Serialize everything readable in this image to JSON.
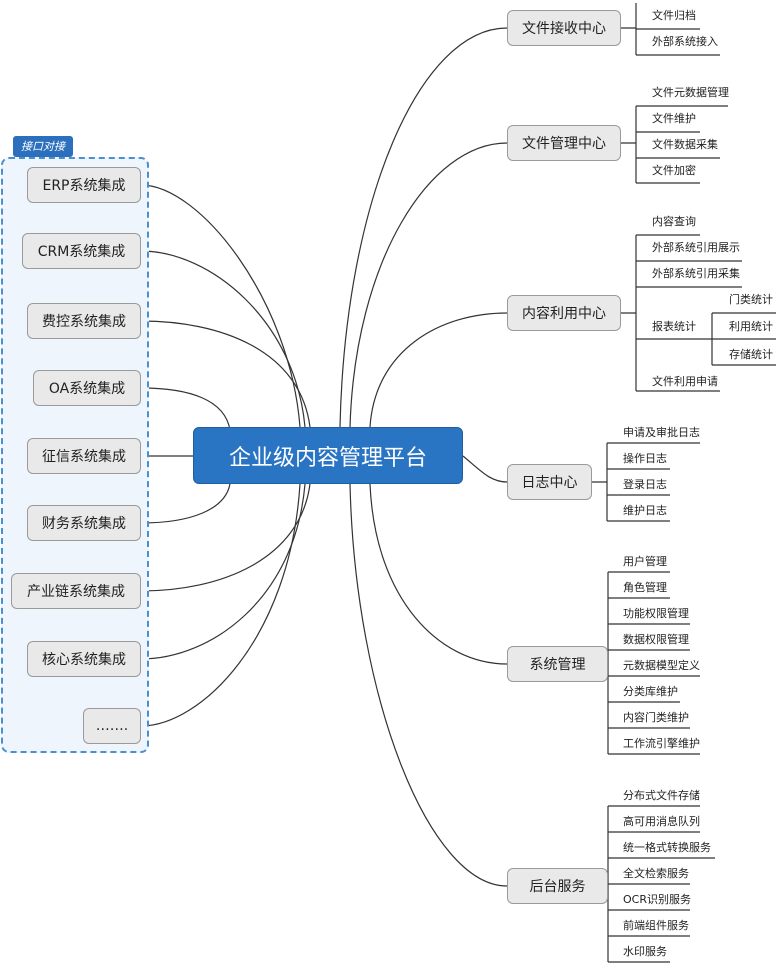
{
  "center": "企业级内容管理平台",
  "interface_group": {
    "tag": "接口对接",
    "items": [
      "ERP系统集成",
      "CRM系统集成",
      "费控系统集成",
      "OA系统集成",
      "征信系统集成",
      "财务系统集成",
      "产业链系统集成",
      "核心系统集成",
      "……."
    ]
  },
  "branches": [
    {
      "label": "文件接收中心",
      "children": [
        "文件归档",
        "外部系统接入"
      ]
    },
    {
      "label": "文件管理中心",
      "children": [
        "文件元数据管理",
        "文件维护",
        "文件数据采集",
        "文件加密"
      ]
    },
    {
      "label": "内容利用中心",
      "children": [
        "内容查询",
        "外部系统引用展示",
        "外部系统引用采集",
        "报表统计",
        "文件利用申请"
      ],
      "sub": {
        "label": "报表统计",
        "children": [
          "门类统计",
          "利用统计",
          "存储统计"
        ]
      }
    },
    {
      "label": "日志中心",
      "children": [
        "申请及审批日志",
        "操作日志",
        "登录日志",
        "维护日志"
      ]
    },
    {
      "label": "系统管理",
      "children": [
        "用户管理",
        "角色管理",
        "功能权限管理",
        "数据权限管理",
        "元数据模型定义",
        "分类库维护",
        "内容门类维护",
        "工作流引擎维护"
      ]
    },
    {
      "label": "后台服务",
      "children": [
        "分布式文件存储",
        "高可用消息队列",
        "统一格式转换服务",
        "全文检索服务",
        "OCR识别服务",
        "前端组件服务",
        "水印服务"
      ]
    }
  ]
}
